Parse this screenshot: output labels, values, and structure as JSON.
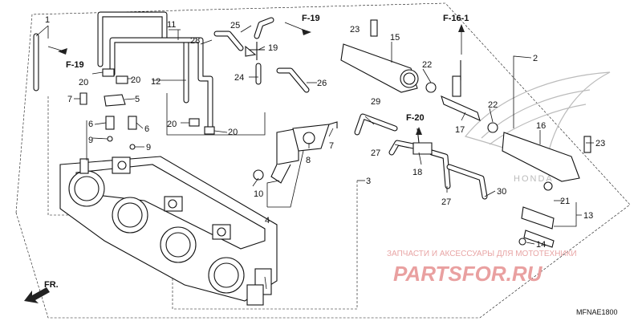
{
  "diagram": {
    "part_numbers": [
      "1",
      "2",
      "3",
      "4",
      "5",
      "6",
      "6",
      "7",
      "7",
      "8",
      "9",
      "9",
      "10",
      "11",
      "12",
      "13",
      "14",
      "15",
      "16",
      "17",
      "18",
      "19",
      "20",
      "20",
      "20",
      "20",
      "21",
      "22",
      "22",
      "23",
      "23",
      "24",
      "25",
      "26",
      "27",
      "27",
      "28",
      "29",
      "30"
    ],
    "ref_labels": [
      "F-19",
      "F-19",
      "F-16-1",
      "F-20"
    ],
    "forward_label": "FR.",
    "diagram_code": "MFNAE1800",
    "watermark": {
      "caption": "ЗАПЧАСТИ И АКСЕССУАРЫ ДЛЯ МОТОТЕХНИКИ",
      "brand": "PARTSFOR.RU"
    },
    "logo_text": "HONDA"
  }
}
